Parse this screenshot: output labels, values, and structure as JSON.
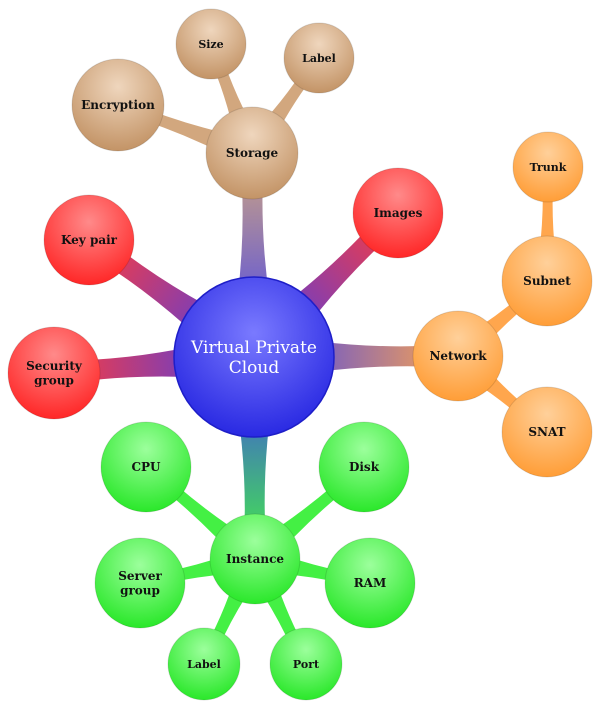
{
  "center": {
    "label_lines": [
      "Virtual Private",
      "Cloud"
    ]
  },
  "colors": {
    "center": "#3f3ff2",
    "storage": "#d2a77e",
    "red": "#ff3b3b",
    "network": "#ffa64d",
    "instance": "#44f044"
  },
  "branches": [
    {
      "id": "storage",
      "label_lines": [
        "Storage"
      ],
      "children": [
        {
          "id": "encryption",
          "label_lines": [
            "Encryption"
          ]
        },
        {
          "id": "size",
          "label_lines": [
            "Size"
          ]
        },
        {
          "id": "label",
          "label_lines": [
            "Label"
          ]
        }
      ]
    },
    {
      "id": "images",
      "label_lines": [
        "Images"
      ],
      "children": []
    },
    {
      "id": "key-pair",
      "label_lines": [
        "Key pair"
      ],
      "children": []
    },
    {
      "id": "security-group",
      "label_lines": [
        "Security",
        "group"
      ],
      "children": []
    },
    {
      "id": "network",
      "label_lines": [
        "Network"
      ],
      "children": [
        {
          "id": "subnet",
          "label_lines": [
            "Subnet"
          ],
          "children": [
            {
              "id": "trunk",
              "label_lines": [
                "Trunk"
              ]
            }
          ]
        },
        {
          "id": "snat",
          "label_lines": [
            "SNAT"
          ]
        }
      ]
    },
    {
      "id": "instance",
      "label_lines": [
        "Instance"
      ],
      "children": [
        {
          "id": "cpu",
          "label_lines": [
            "CPU"
          ]
        },
        {
          "id": "disk",
          "label_lines": [
            "Disk"
          ]
        },
        {
          "id": "server-group",
          "label_lines": [
            "Server",
            "group"
          ]
        },
        {
          "id": "ram",
          "label_lines": [
            "RAM"
          ]
        },
        {
          "id": "label",
          "label_lines": [
            "Label"
          ]
        },
        {
          "id": "port",
          "label_lines": [
            "Port"
          ]
        }
      ]
    }
  ]
}
